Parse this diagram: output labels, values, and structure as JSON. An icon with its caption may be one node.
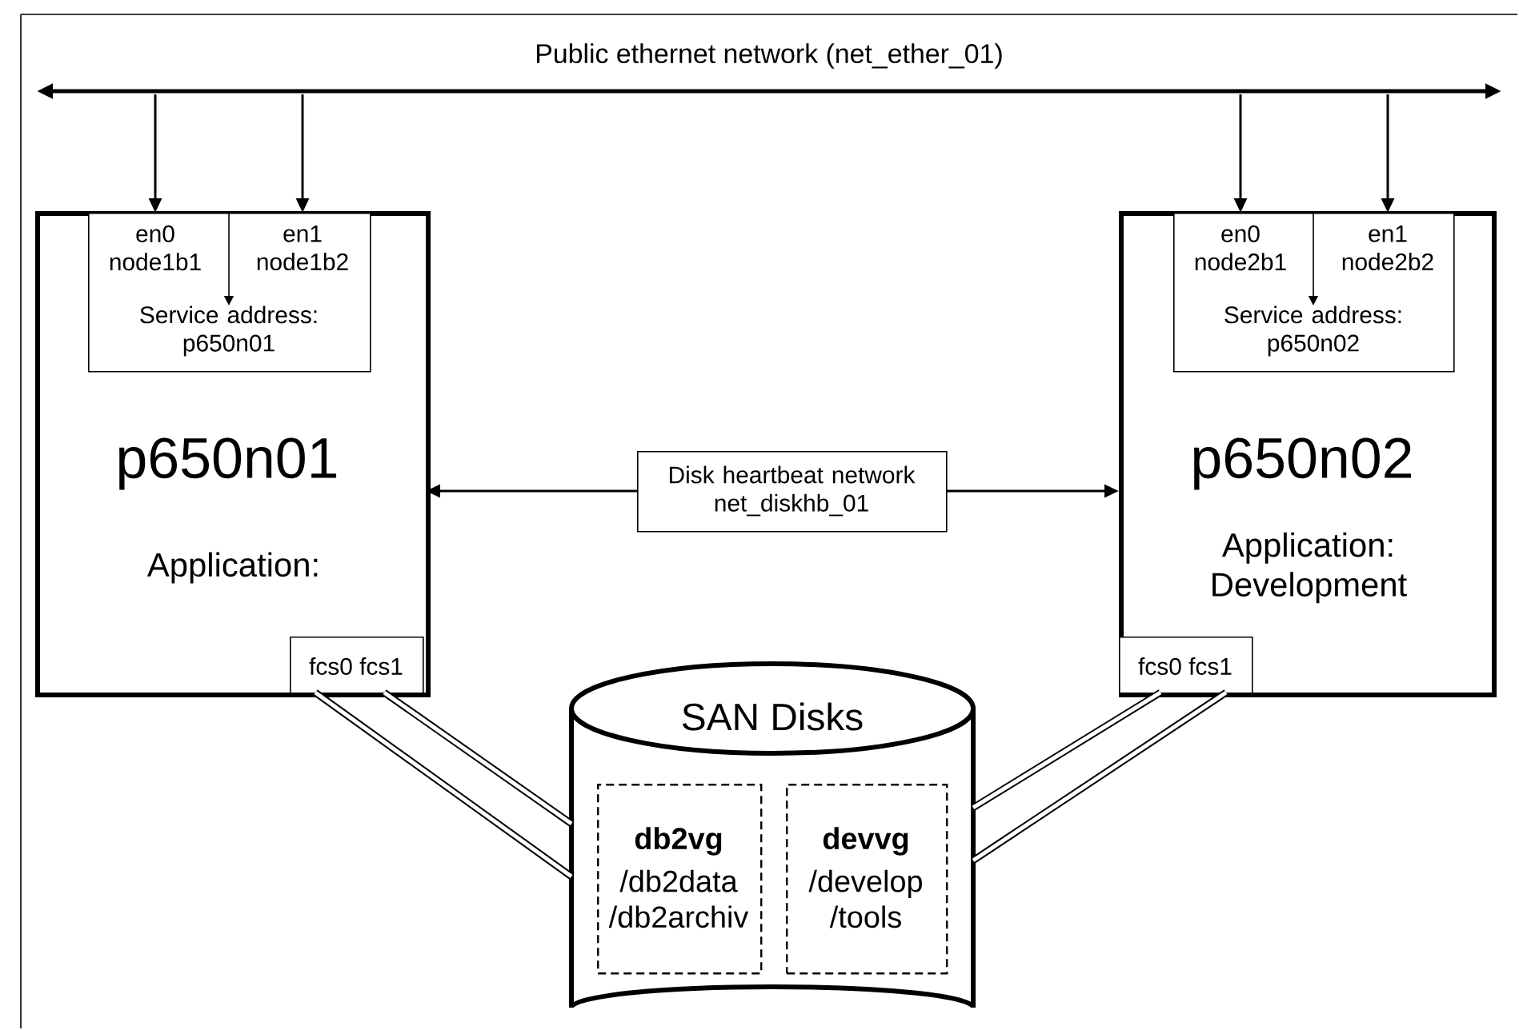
{
  "diagram": {
    "nodes": [
      {
        "text": [
          "Public ethernet network (net_ether_01)"
        ]
      },
      {
        "text": [
          "p650n01",
          "Application:"
        ]
      },
      {
        "text": [
          "en0 node1b1",
          "en1 node1b2",
          "Service address: p650n01"
        ],
        "in": 1
      },
      {
        "text": [
          "fcs0 fcs1"
        ],
        "in": 1
      },
      {
        "text": [
          "Disk heartbeat network net_diskhb_01"
        ]
      },
      {
        "text": [
          "p650n02",
          "Application: Development"
        ]
      },
      {
        "text": [
          "en0 node2b1",
          "en1 node2b2",
          "Service address: p650n02"
        ],
        "in": 5
      },
      {
        "text": [
          "fcs0 fcs1"
        ],
        "in": 5
      },
      {
        "text": [
          "SAN Disks"
        ]
      },
      {
        "text": [
          "db2vg",
          "/db2data /db2archiv"
        ],
        "in": 8
      },
      {
        "text": [
          "devvg",
          "/develop /tools"
        ],
        "in": 8
      }
    ],
    "edges": [
      {
        "from": 0,
        "to": 2,
        "arrow": "to"
      },
      {
        "from": 0,
        "to": 2,
        "arrow": "to"
      },
      {
        "from": 0,
        "to": 6,
        "arrow": "to"
      },
      {
        "from": 0,
        "to": 6,
        "arrow": "to"
      },
      {
        "from": 4,
        "to": 1,
        "arrow": "to"
      },
      {
        "from": 4,
        "to": 5,
        "arrow": "to"
      },
      {
        "from": 3,
        "to": 8,
        "arrow": "none",
        "style": "thick"
      },
      {
        "from": 3,
        "to": 8,
        "arrow": "none",
        "style": "thick"
      },
      {
        "from": 7,
        "to": 8,
        "arrow": "none",
        "style": "thick"
      },
      {
        "from": 7,
        "to": 8,
        "arrow": "none",
        "style": "thick"
      }
    ]
  }
}
